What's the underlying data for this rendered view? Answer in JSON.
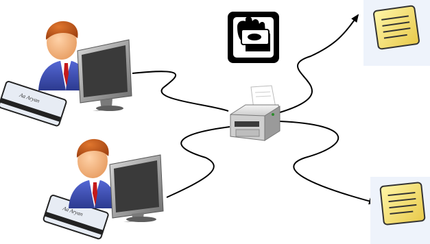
{
  "diagram": {
    "nodes": [
      {
        "name": "user-1",
        "icon": "person-at-computer-icon",
        "card_text": "Aa Aryan"
      },
      {
        "name": "user-2",
        "icon": "person-at-computer-icon",
        "card_text": "Aa Aryan"
      },
      {
        "name": "printer",
        "icon": "printer-icon"
      },
      {
        "name": "hand-card",
        "icon": "hand-holding-card-icon"
      },
      {
        "name": "note-1",
        "icon": "sticky-note-icon"
      },
      {
        "name": "note-2",
        "icon": "sticky-note-icon"
      }
    ],
    "edges": [
      {
        "from": "user-1",
        "to": "printer",
        "arrow": false
      },
      {
        "from": "user-2",
        "to": "printer",
        "arrow": false
      },
      {
        "from": "printer",
        "to": "note-1",
        "arrow": true
      },
      {
        "from": "printer",
        "to": "note-2",
        "arrow": true
      }
    ],
    "colors": {
      "line": "#000000",
      "shirt": "#3f4fb5",
      "tie": "#c41a1a",
      "skin": "#f2b07a",
      "hair": "#b84e16",
      "monitor": "#8c8c8c",
      "note": "#f3df6a",
      "note_bg": "#eef3fb"
    }
  }
}
